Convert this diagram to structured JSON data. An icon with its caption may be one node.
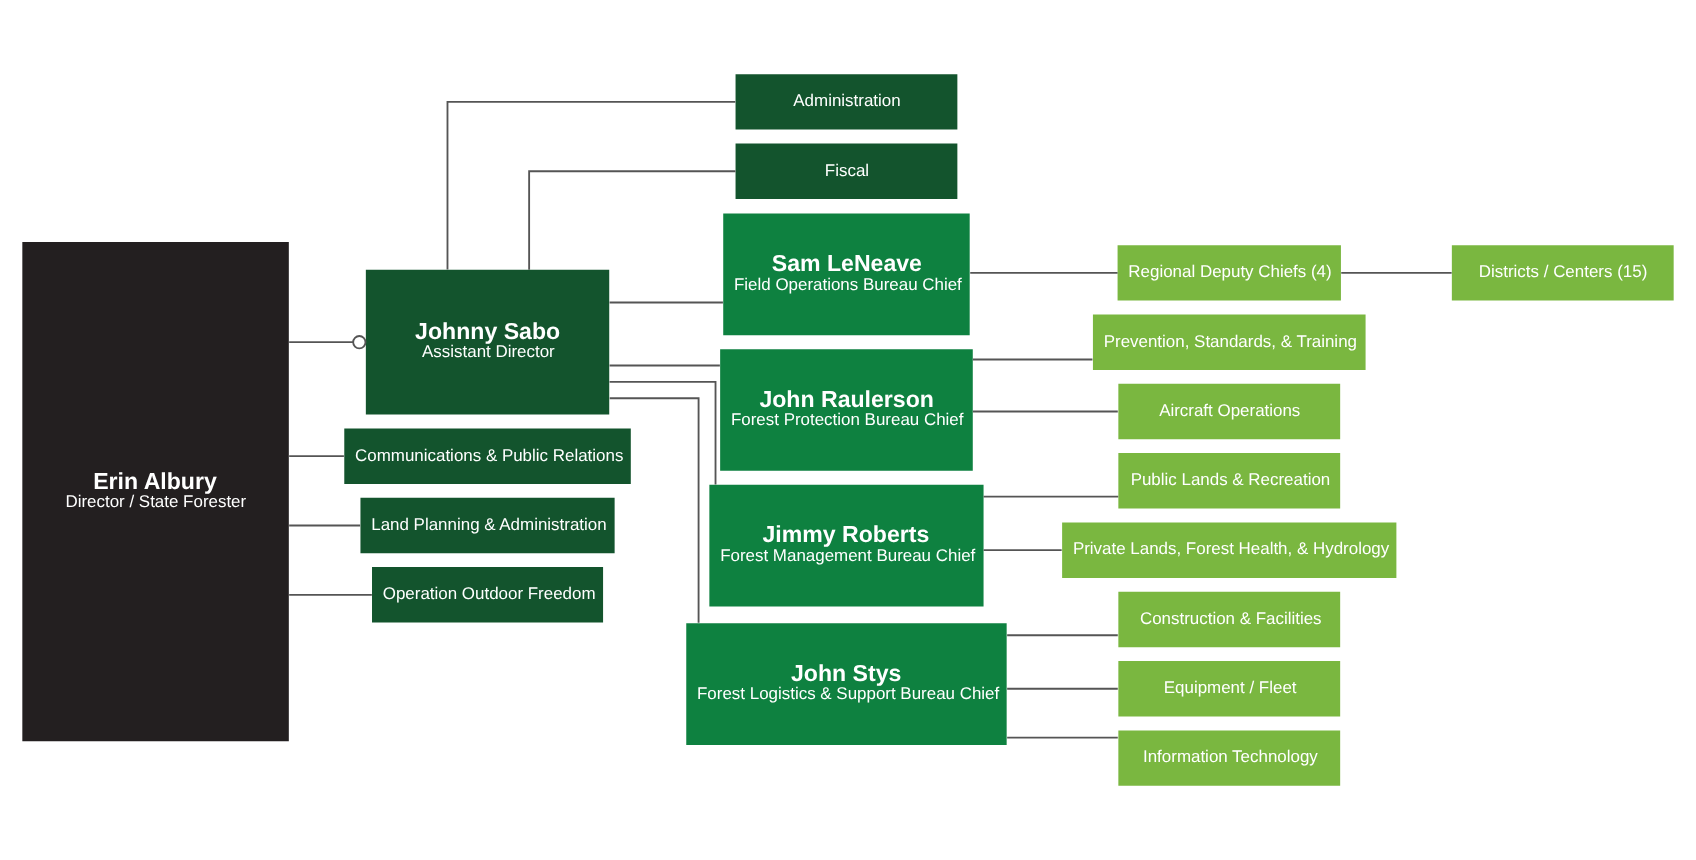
{
  "diagram": {
    "nodes": [
      {
        "text": [
          "Erin Albury",
          "Director / State Forester"
        ]
      },
      {
        "text": [
          "Johnny Sabo",
          "Assistant Director"
        ]
      },
      {
        "text": [
          "Administration"
        ]
      },
      {
        "text": [
          "Fiscal"
        ]
      },
      {
        "text": [
          "Communications & Public Relations"
        ]
      },
      {
        "text": [
          "Land Planning & Administration"
        ]
      },
      {
        "text": [
          "Operation Outdoor Freedom"
        ]
      },
      {
        "text": [
          "Sam LeNeave",
          "Field Operations Bureau Chief"
        ]
      },
      {
        "text": [
          "Regional Deputy Chiefs (4)"
        ]
      },
      {
        "text": [
          "Districts / Centers (15)"
        ]
      },
      {
        "text": [
          "John Raulerson",
          "Forest Protection Bureau Chief"
        ]
      },
      {
        "text": [
          "Prevention, Standards, & Training"
        ]
      },
      {
        "text": [
          "Aircraft Operations"
        ]
      },
      {
        "text": [
          "Jimmy Roberts",
          "Forest Management Bureau Chief"
        ]
      },
      {
        "text": [
          "Public Lands & Recreation"
        ]
      },
      {
        "text": [
          "Private Lands, Forest Health, & Hydrology"
        ]
      },
      {
        "text": [
          "John Stys",
          "Forest Logistics & Support Bureau Chief"
        ]
      },
      {
        "text": [
          "Construction & Facilities"
        ]
      },
      {
        "text": [
          "Equipment / Fleet"
        ]
      },
      {
        "text": [
          "Information Technology"
        ]
      }
    ],
    "edges": [
      {
        "from": 0,
        "to": 1,
        "arrow": "other"
      },
      {
        "from": 1,
        "to": 2,
        "arrow": "none"
      },
      {
        "from": 1,
        "to": 3,
        "arrow": "none"
      },
      {
        "from": 0,
        "to": 4,
        "arrow": "none"
      },
      {
        "from": 0,
        "to": 5,
        "arrow": "none"
      },
      {
        "from": 0,
        "to": 6,
        "arrow": "none"
      },
      {
        "from": 1,
        "to": 7,
        "arrow": "none"
      },
      {
        "from": 1,
        "to": 10,
        "arrow": "none"
      },
      {
        "from": 1,
        "to": 13,
        "arrow": "none"
      },
      {
        "from": 1,
        "to": 16,
        "arrow": "none"
      },
      {
        "from": 7,
        "to": 8,
        "arrow": "none"
      },
      {
        "from": 8,
        "to": 9,
        "arrow": "none"
      },
      {
        "from": 10,
        "to": 11,
        "arrow": "none"
      },
      {
        "from": 10,
        "to": 12,
        "arrow": "none"
      },
      {
        "from": 13,
        "to": 14,
        "arrow": "none"
      },
      {
        "from": 13,
        "to": 15,
        "arrow": "none"
      },
      {
        "from": 16,
        "to": 17,
        "arrow": "none"
      },
      {
        "from": 16,
        "to": 18,
        "arrow": "none"
      },
      {
        "from": 16,
        "to": 19,
        "arrow": "none"
      }
    ]
  }
}
